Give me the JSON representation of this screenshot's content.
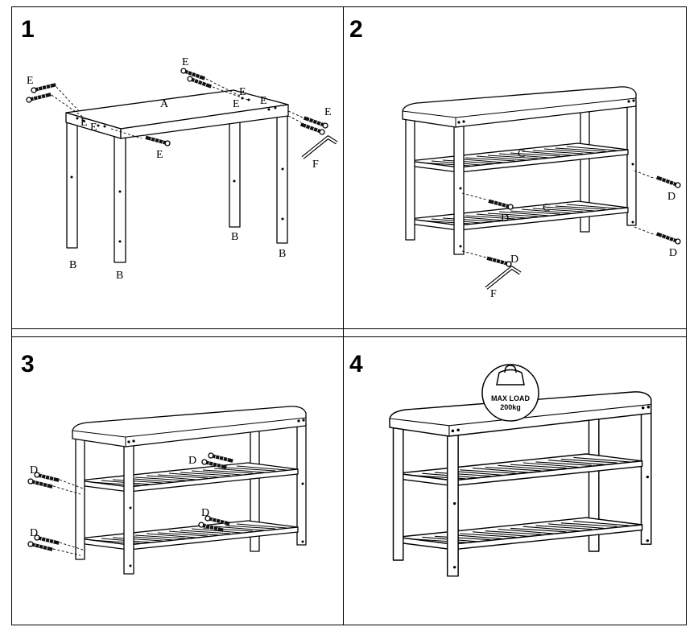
{
  "steps": [
    {
      "number": "1",
      "labels": {
        "seat": "A",
        "legs": [
          "B",
          "B",
          "B",
          "B"
        ],
        "screws": [
          "E",
          "E",
          "E",
          "E",
          "E",
          "E",
          "E",
          "E",
          "E"
        ],
        "wrench": "F"
      }
    },
    {
      "number": "2",
      "labels": {
        "shelves": [
          "C",
          "C"
        ],
        "screws": [
          "D",
          "D",
          "D",
          "D"
        ],
        "wrench": "F"
      }
    },
    {
      "number": "3",
      "labels": {
        "screws": [
          "D",
          "D",
          "D",
          "D"
        ]
      }
    },
    {
      "number": "4",
      "badge": {
        "line1": "MAX LOAD",
        "line2": "200kg"
      }
    }
  ]
}
